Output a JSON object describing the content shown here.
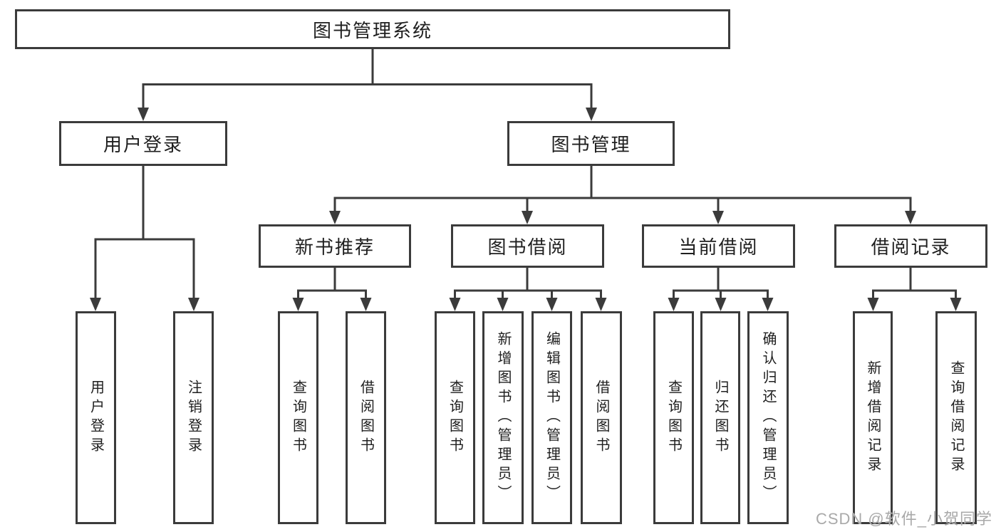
{
  "tree": {
    "label": "图书管理系统",
    "children": [
      {
        "label": "用户登录",
        "children": [
          {
            "label": "用户登录"
          },
          {
            "label": "注销登录"
          }
        ]
      },
      {
        "label": "图书管理",
        "children": [
          {
            "label": "新书推荐",
            "children": [
              {
                "label": "查询图书"
              },
              {
                "label": "借阅图书"
              }
            ]
          },
          {
            "label": "图书借阅",
            "children": [
              {
                "label": "查询图书"
              },
              {
                "label": "新增图书（管理员）"
              },
              {
                "label": "编辑图书（管理员）"
              },
              {
                "label": "借阅图书"
              }
            ]
          },
          {
            "label": "当前借阅",
            "children": [
              {
                "label": "查询图书"
              },
              {
                "label": "归还图书"
              },
              {
                "label": "确认归还（管理员）"
              }
            ]
          },
          {
            "label": "借阅记录",
            "children": [
              {
                "label": "新增借阅记录"
              },
              {
                "label": "查询借阅记录"
              }
            ]
          }
        ]
      }
    ]
  },
  "watermark": "CSDN @软件_小贺同学",
  "colors": {
    "line": "#3b3b3b",
    "text": "#1f1f1f",
    "watermark": "#a9a9a9",
    "background": "#ffffff"
  }
}
